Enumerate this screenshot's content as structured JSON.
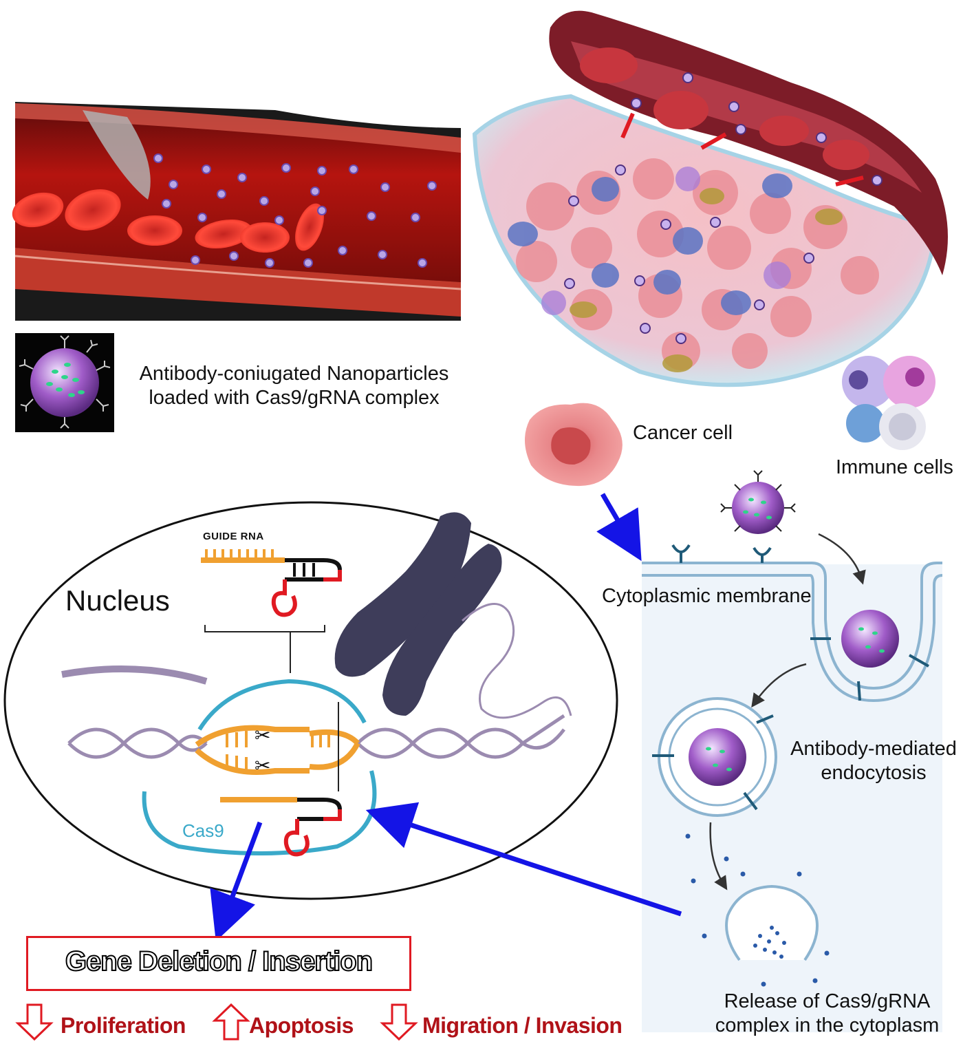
{
  "legend": {
    "nanoparticle_label_line1": "Antibody-coniugated Nanoparticles",
    "nanoparticle_label_line2": "loaded with Cas9/gRNA complex"
  },
  "cells": {
    "cancer_cell": "Cancer cell",
    "immune_cells": "Immune cells"
  },
  "membrane": {
    "cytoplasmic_membrane": "Cytoplasmic membrane",
    "endocytosis_line1": "Antibody-mediated",
    "endocytosis_line2": "endocytosis",
    "release_line1": "Release of Cas9/gRNA",
    "release_line2": "complex in the cytoplasm"
  },
  "nucleus": {
    "title": "Nucleus",
    "guide_rna": "GUIDE RNA",
    "cas9": "Cas9"
  },
  "outcome": {
    "gene_edit": "Gene Deletion / Insertion",
    "effects": [
      {
        "label": "Proliferation",
        "direction": "down"
      },
      {
        "label": "Apoptosis",
        "direction": "up"
      },
      {
        "label": "Migration / Invasion",
        "direction": "down"
      }
    ]
  },
  "colors": {
    "blood": "#b3110f",
    "vessel_dark": "#7a1a22",
    "tumor": "#f2b3b8",
    "nanoparticle": "#9b59b6",
    "cas9_outline": "#3aa9c9",
    "guide_rna": "#f0a030",
    "arrow_blue": "#1414e6",
    "outcome_red": "#e01a22"
  }
}
